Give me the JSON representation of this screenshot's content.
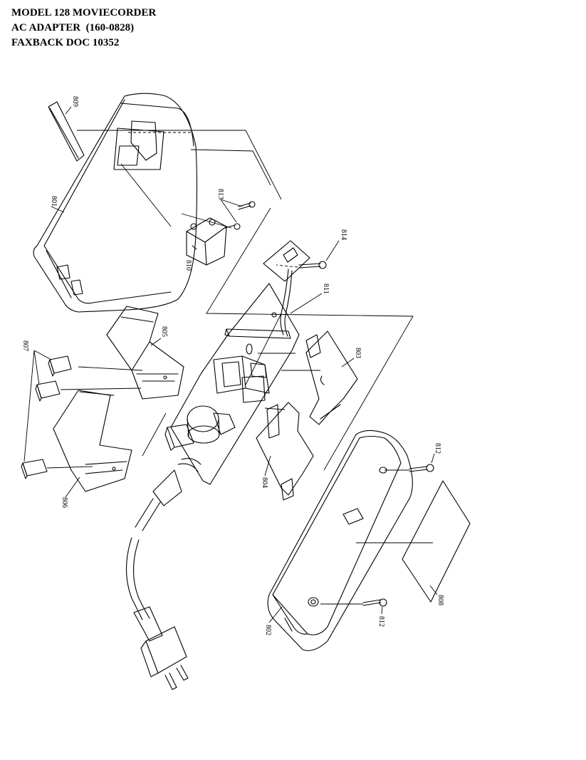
{
  "header": {
    "line1": "MODEL 128 MOVIECORDER",
    "line2": "AC ADAPTER  (160-0828)",
    "line3": "FAXBACK DOC 10352"
  },
  "labels": {
    "p801": "801",
    "p802": "802",
    "p803": "803",
    "p804": "804",
    "p805": "805",
    "p806": "806",
    "p807": "807",
    "p808": "808",
    "p809": "809",
    "p810": "810",
    "p811": "811",
    "p812a": "812",
    "p812b": "812",
    "p813": "813",
    "p814": "814"
  }
}
